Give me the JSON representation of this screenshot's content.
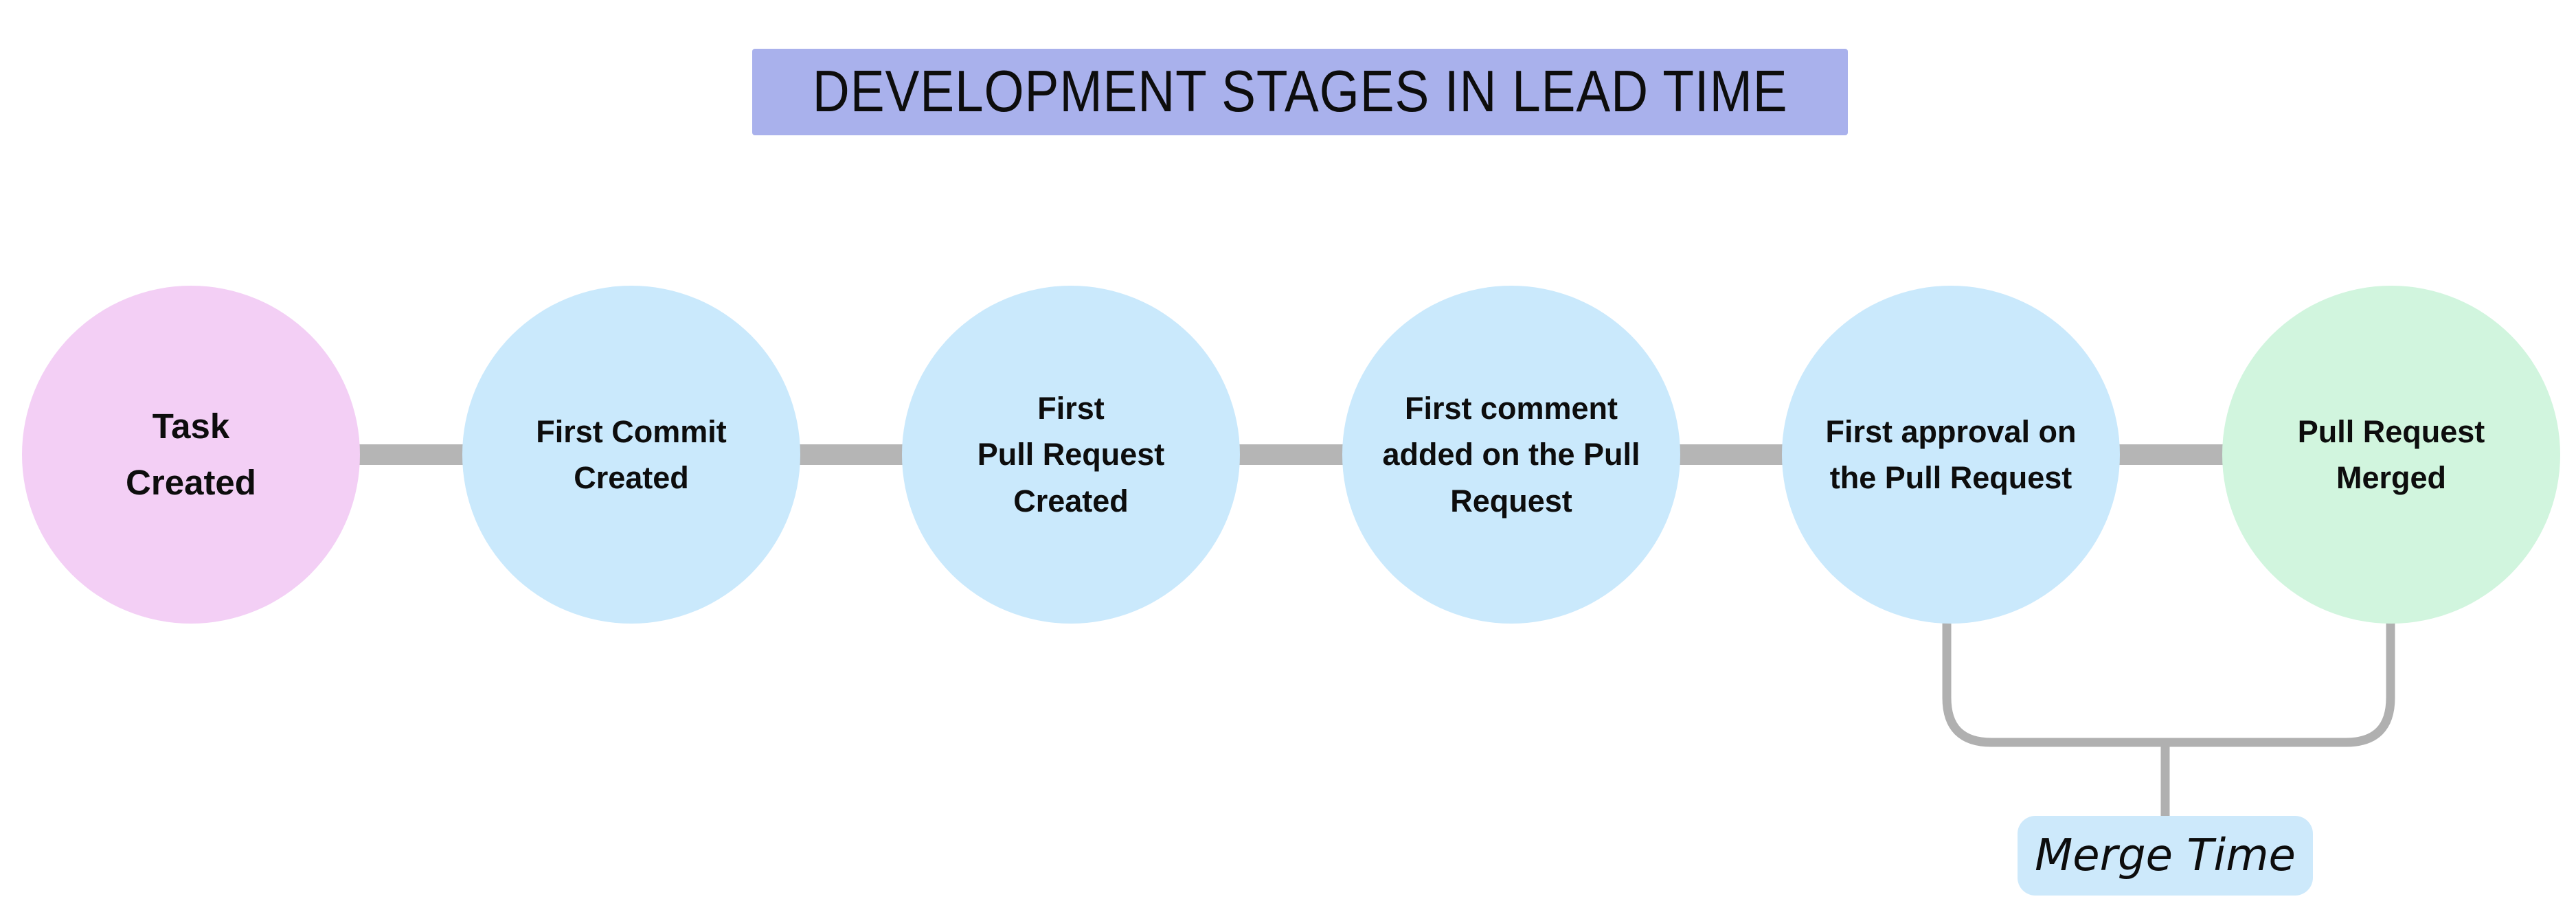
{
  "title": {
    "text": "DEVELOPMENT STAGES IN LEAD TIME",
    "bg": "#a9b1ec"
  },
  "stages": [
    {
      "label": "Task\nCreated",
      "color": "#f3cff5"
    },
    {
      "label": "First Commit\nCreated",
      "color": "#cae9fc"
    },
    {
      "label": "First\nPull Request\nCreated",
      "color": "#cae9fc"
    },
    {
      "label": "First comment\nadded on the Pull\nRequest",
      "color": "#cae9fc"
    },
    {
      "label": "First approval on\nthe Pull Request",
      "color": "#cae9fc"
    },
    {
      "label": "Pull Request\nMerged",
      "color": "#d1f5de"
    }
  ],
  "connector": {
    "color": "#b5b5b5"
  },
  "bracket": {
    "color": "#b0b0b0",
    "label": "Merge Time",
    "label_bg": "#cde9fb"
  }
}
